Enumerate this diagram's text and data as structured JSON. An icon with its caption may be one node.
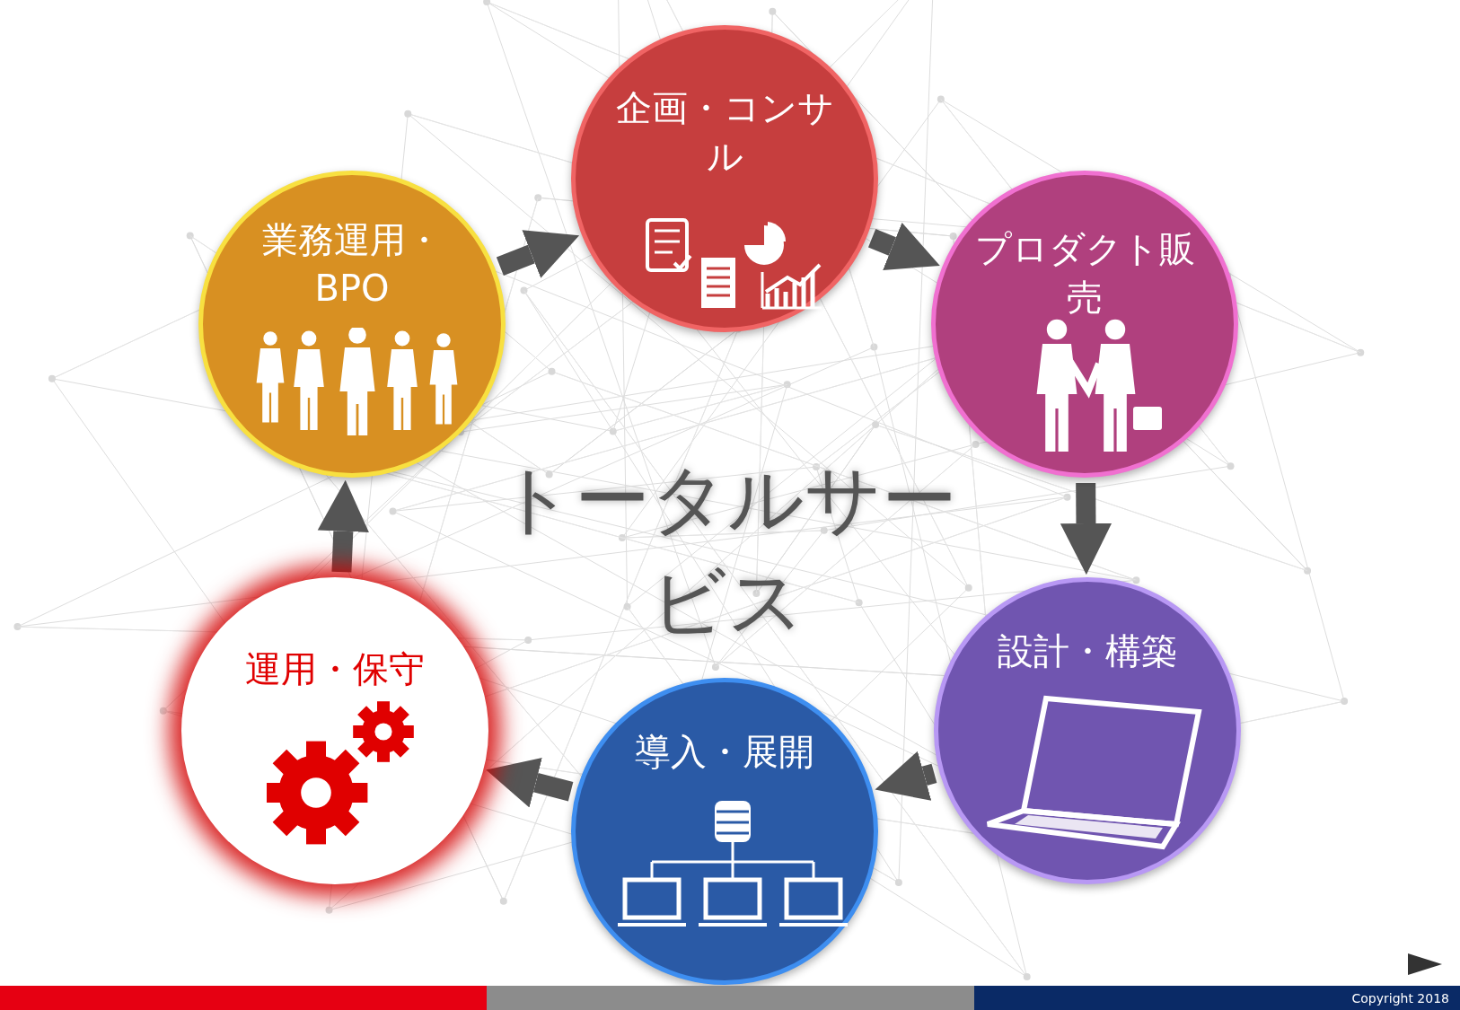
{
  "diagram": {
    "title": "トータルサービス",
    "nodes": [
      {
        "text": [
          "企画・コンサル"
        ]
      },
      {
        "text": [
          "プロダクト販売"
        ]
      },
      {
        "text": [
          "設計・構築"
        ]
      },
      {
        "text": [
          "導入・展開"
        ]
      },
      {
        "text": [
          "運用・保守"
        ]
      },
      {
        "text": [
          "業務運用・BPO"
        ]
      }
    ],
    "edges": [
      {
        "from": 5,
        "to": 0,
        "arrow": "to"
      },
      {
        "from": 0,
        "to": 1,
        "arrow": "to"
      },
      {
        "from": 1,
        "to": 2,
        "arrow": "to"
      },
      {
        "from": 2,
        "to": 3,
        "arrow": "to"
      },
      {
        "from": 3,
        "to": 4,
        "arrow": "to"
      },
      {
        "from": 4,
        "to": 5,
        "arrow": "to"
      }
    ],
    "labels": [
      "Copyright 2018"
    ]
  }
}
